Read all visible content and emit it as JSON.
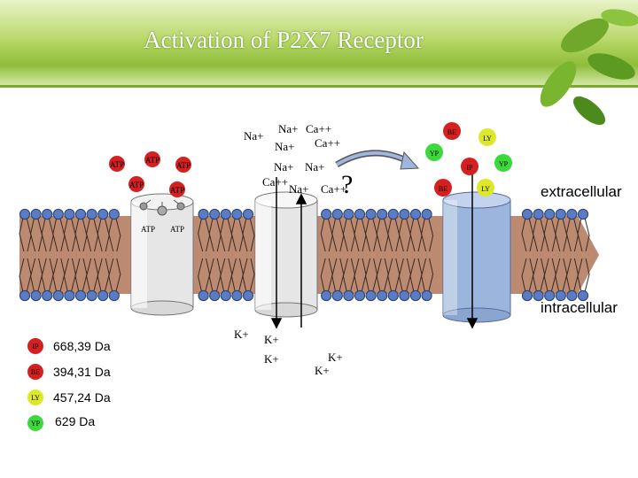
{
  "title": "Activation of P2X7 Receptor",
  "labels": {
    "extracellular": "extracellular",
    "intracellular": "intracellular",
    "question": "?"
  },
  "atp": [
    "ATP",
    "ATP",
    "ATP",
    "ATP",
    "ATP",
    "ATP",
    "ATP"
  ],
  "ions_top": {
    "na1": "Na+",
    "na2": "Na+",
    "ca1": "Ca++",
    "na3": "Na+",
    "ca2": "Ca++",
    "na4": "Na+",
    "na5": "Na+",
    "ca3": "Ca++",
    "na6": "Na+",
    "ca4": "Ca++"
  },
  "ions_bottom": {
    "k1": "K+",
    "k2": "K+",
    "k3": "K+",
    "k4": "K+",
    "k5": "K+"
  },
  "dyes_top": {
    "be1": "BE",
    "ly1": "LY",
    "yp1": "YP",
    "ip1": "IP",
    "yp2": "YP",
    "be2": "BE",
    "ly2": "LY"
  },
  "legend": [
    {
      "tag": "IP",
      "value": "668,39 Da",
      "color": "#d42020"
    },
    {
      "tag": "BE",
      "value": "394,31 Da",
      "color": "#d42020"
    },
    {
      "tag": "LY",
      "value": "457,24 Da",
      "color": "#dde82c"
    },
    {
      "tag": "YP",
      "value": "629 Da",
      "color": "#3cd83c"
    }
  ],
  "colors": {
    "red_dot": "#d42020",
    "yellow_dot": "#dde82c",
    "green_dot": "#3cd83c",
    "lipid_head": "#5a7cc4",
    "channel_grey": "#e8e8e8",
    "channel_blue": "#9fb7de"
  }
}
